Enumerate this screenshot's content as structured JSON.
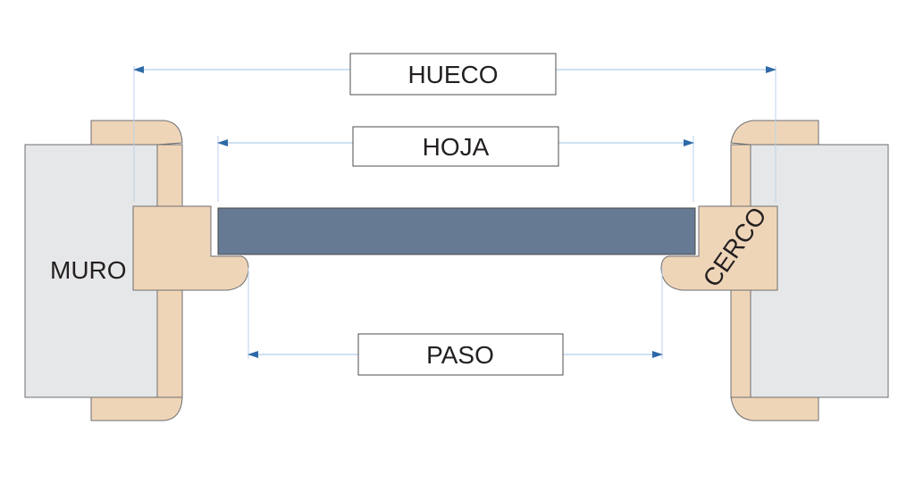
{
  "labels": {
    "hueco": "HUECO",
    "hoja": "HOJA",
    "paso": "PASO",
    "muro": "MURO",
    "cerco": "CERCO"
  },
  "colors": {
    "wall": "#e6e7e8",
    "frame": "#efd5b8",
    "leaf": "#667a94",
    "dimension_line": "#9ec3e6",
    "arrow": "#2e6aa8"
  }
}
